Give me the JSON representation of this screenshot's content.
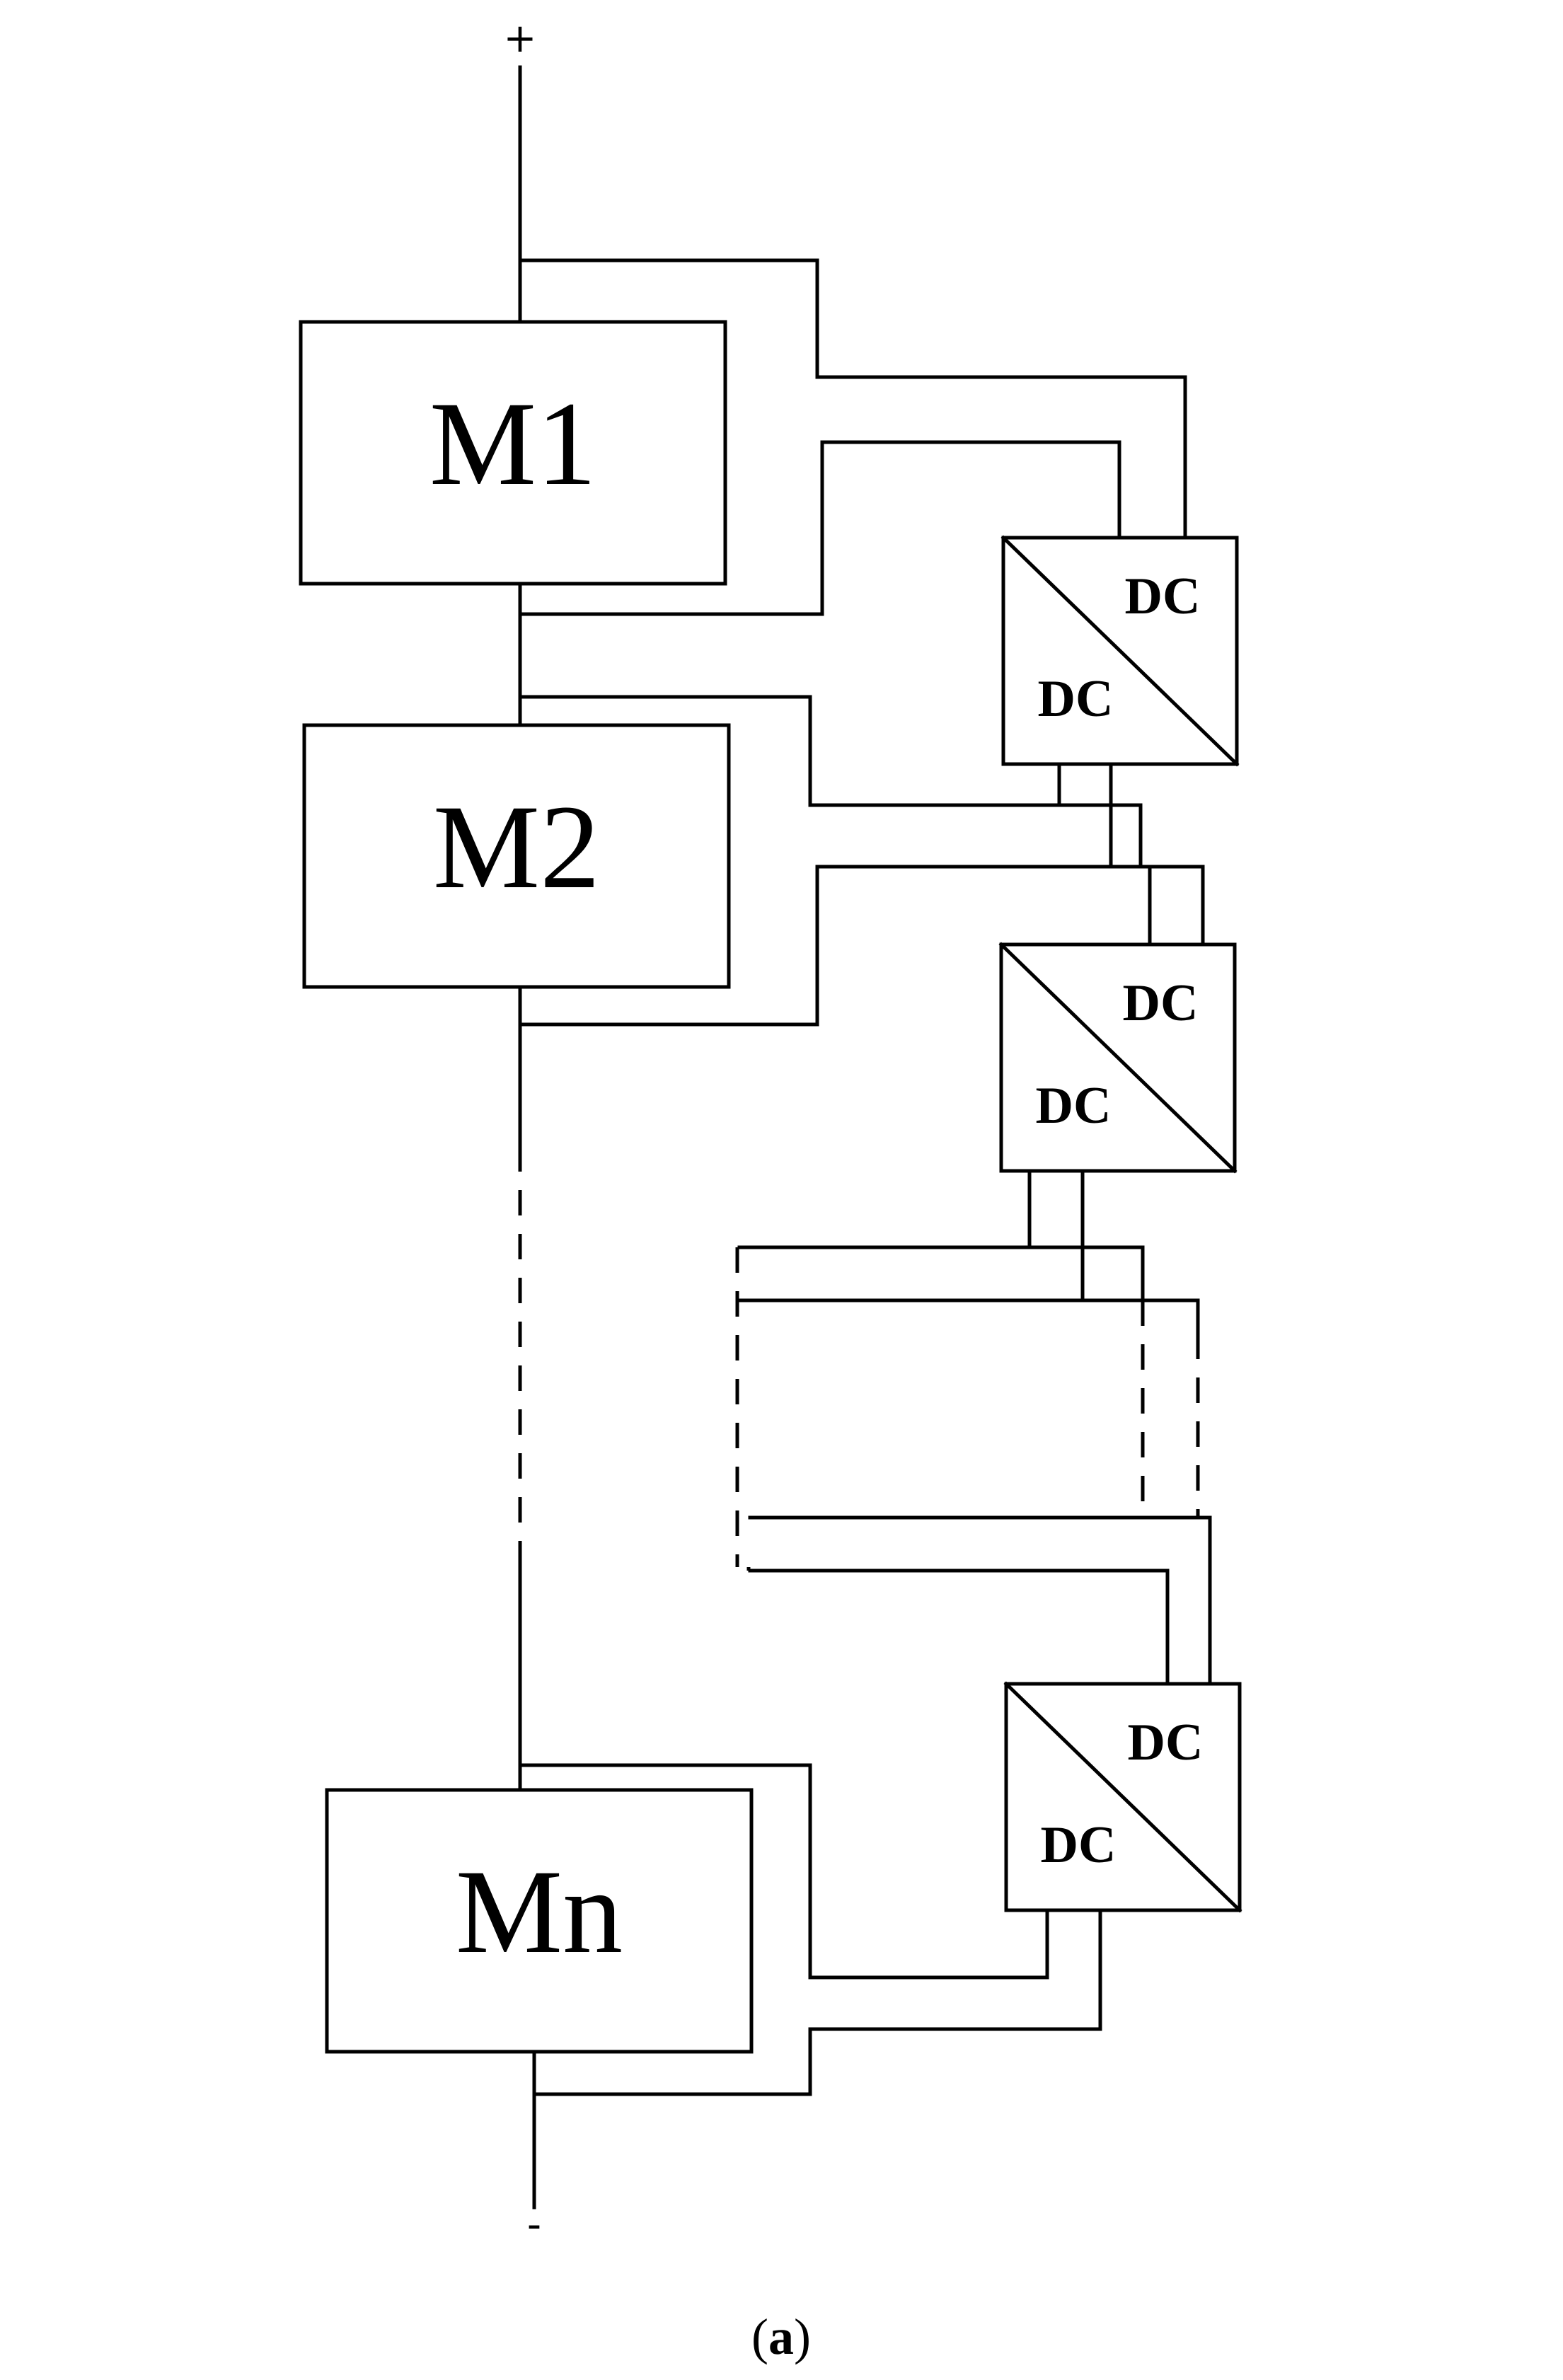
{
  "terminals": {
    "positive": "+",
    "negative": "-"
  },
  "modules": [
    {
      "label": "M1"
    },
    {
      "label": "M2"
    },
    {
      "label": "Mn"
    }
  ],
  "converters": [
    {
      "output_label": "DC",
      "input_label": "DC"
    },
    {
      "output_label": "DC",
      "input_label": "DC"
    },
    {
      "output_label": "DC",
      "input_label": "DC"
    }
  ],
  "caption": {
    "open": "(",
    "letter": "a",
    "close": ")"
  }
}
